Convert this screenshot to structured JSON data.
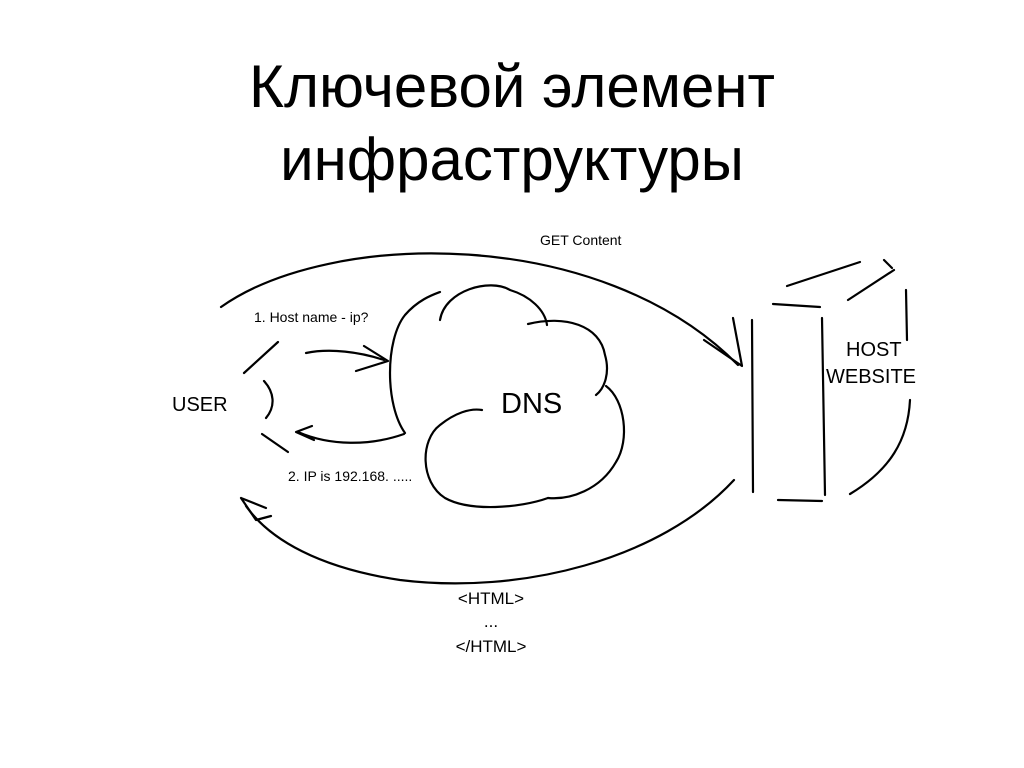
{
  "slide": {
    "title_line1": "Ключевой элемент",
    "title_line2": "инфраструктуры"
  },
  "diagram": {
    "user_label": "USER",
    "dns_label": "DNS",
    "host_label_line1": "HOST",
    "host_label_line2": "WEBSITE",
    "request_label": "1. Host name - ip?",
    "response_label": "2. IP is 192.168. .....",
    "get_label": "GET Content",
    "html_open": "<HTML>",
    "html_dots": "...",
    "html_close": "</HTML>"
  }
}
